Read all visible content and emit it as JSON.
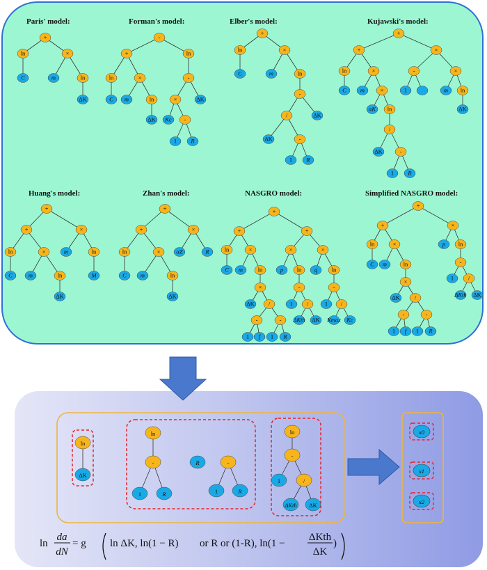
{
  "colors": {
    "operator_node": "#f7b51b",
    "leaf_node": "#19a9e6",
    "panel_bg": "#9df6d2",
    "panel_border": "#2f6fd6",
    "arrow": "#4a78cd",
    "dashed_box": "#e8202a",
    "group_box": "#efb43c"
  },
  "models": [
    {
      "label": "Paris' model:"
    },
    {
      "label": "Forman's model:"
    },
    {
      "label": "Elber's model:"
    },
    {
      "label": "Kujawski's model:"
    },
    {
      "label": "Huang's model:"
    },
    {
      "label": "Zhan's model:"
    },
    {
      "label": "NASGRO model:"
    },
    {
      "label": "Simplified NASGRO model:"
    }
  ],
  "primitives": {
    "group1": [
      "ln",
      "ΔK"
    ],
    "group2": [
      "ln",
      "-",
      "1",
      "R",
      "R",
      "-",
      "1",
      "R"
    ],
    "group3": [
      "ln",
      "-",
      "1",
      "/",
      "ΔKth",
      "ΔK"
    ]
  },
  "outputs": [
    "x0",
    "x1",
    "x2"
  ],
  "equation": {
    "lhs_ln": "ln",
    "lhs_num": "da",
    "lhs_den": "dN",
    "eq": "= g",
    "arg1": "ln ΔK, ln(1 − R)",
    "arg2": "or R or (1-R), ln(1 −",
    "frac_num": "ΔKth",
    "frac_den": "ΔK"
  }
}
